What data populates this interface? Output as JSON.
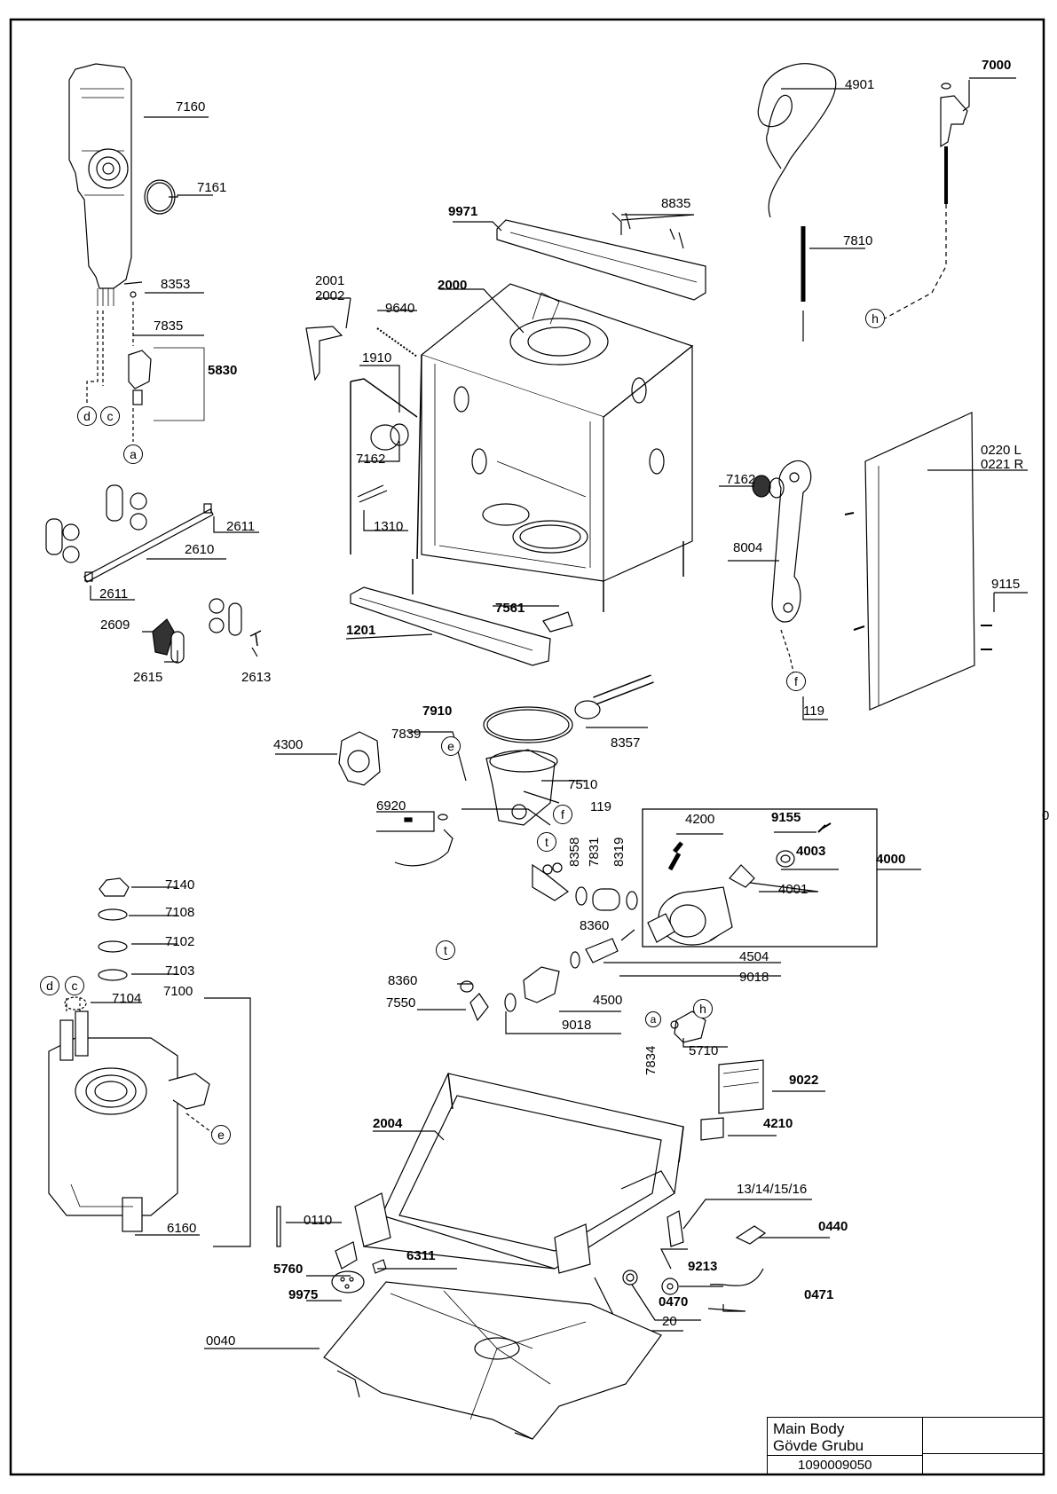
{
  "callouts": {
    "c7160": "7160",
    "c7161": "7161",
    "c8353": "8353",
    "c7835": "7835",
    "c5830": "5830",
    "c2611a": "2611",
    "c2610": "2610",
    "c2611b": "2611",
    "c2609": "2609",
    "c2615": "2615",
    "c2613": "2613",
    "c2001": "2001",
    "c2002": "2002",
    "c9640": "9640",
    "c1910": "1910",
    "c7162a": "7162",
    "c1310": "1310",
    "c9971": "9971",
    "c8835": "8835",
    "c2000": "2000",
    "c1201": "1201",
    "c7561": "7561",
    "c4901": "4901",
    "c7000": "7000",
    "c7810": "7810",
    "c7162b": "7162",
    "c8004": "8004",
    "c0220": "0220 L",
    "c0221": "0221 R",
    "c9115": "9115",
    "c119a": "119",
    "c7910": "7910",
    "c4300": "4300",
    "c7839": "7839",
    "c8357": "8357",
    "c7510": "7510",
    "c119b": "119",
    "c6920": "6920",
    "c8358": "8358",
    "c7831": "7831",
    "c8319": "8319",
    "c4200": "4200",
    "c9155": "9155",
    "c4003": "4003",
    "c4000": "4000",
    "c4001": "4001",
    "c8360a": "8360",
    "c4504": "4504",
    "c9018a": "9018",
    "c8360b": "8360",
    "c7550": "7550",
    "c4500": "4500",
    "c9018b": "9018",
    "c7140": "7140",
    "c7108": "7108",
    "c7102": "7102",
    "c7103": "7103",
    "c7104": "7104",
    "c7100": "7100",
    "c6160": "6160",
    "c7834": "7834",
    "c5710": "5710",
    "c9022": "9022",
    "c4210": "4210",
    "c2004": "2004",
    "c131416": "13/14/15/16",
    "c0440": "0440",
    "c0110": "0110",
    "c6311": "6311",
    "c5760": "5760",
    "c9213": "9213",
    "c9975": "9975",
    "c0470": "0470",
    "c0471": "0471",
    "c20": "20",
    "c0040": "0040",
    "cedge": "0"
  },
  "markers": {
    "d1": "d",
    "c1": "c",
    "a1": "a",
    "h1": "h",
    "f1": "f",
    "e1": "e",
    "f2": "f",
    "t1": "t",
    "t2": "t",
    "d2": "d",
    "c2": "c",
    "e2": "e",
    "a2": "a",
    "h2": "h"
  },
  "title_block": {
    "line1": "Main Body",
    "line2": "Gövde Grubu",
    "part_number": "1090009050"
  }
}
